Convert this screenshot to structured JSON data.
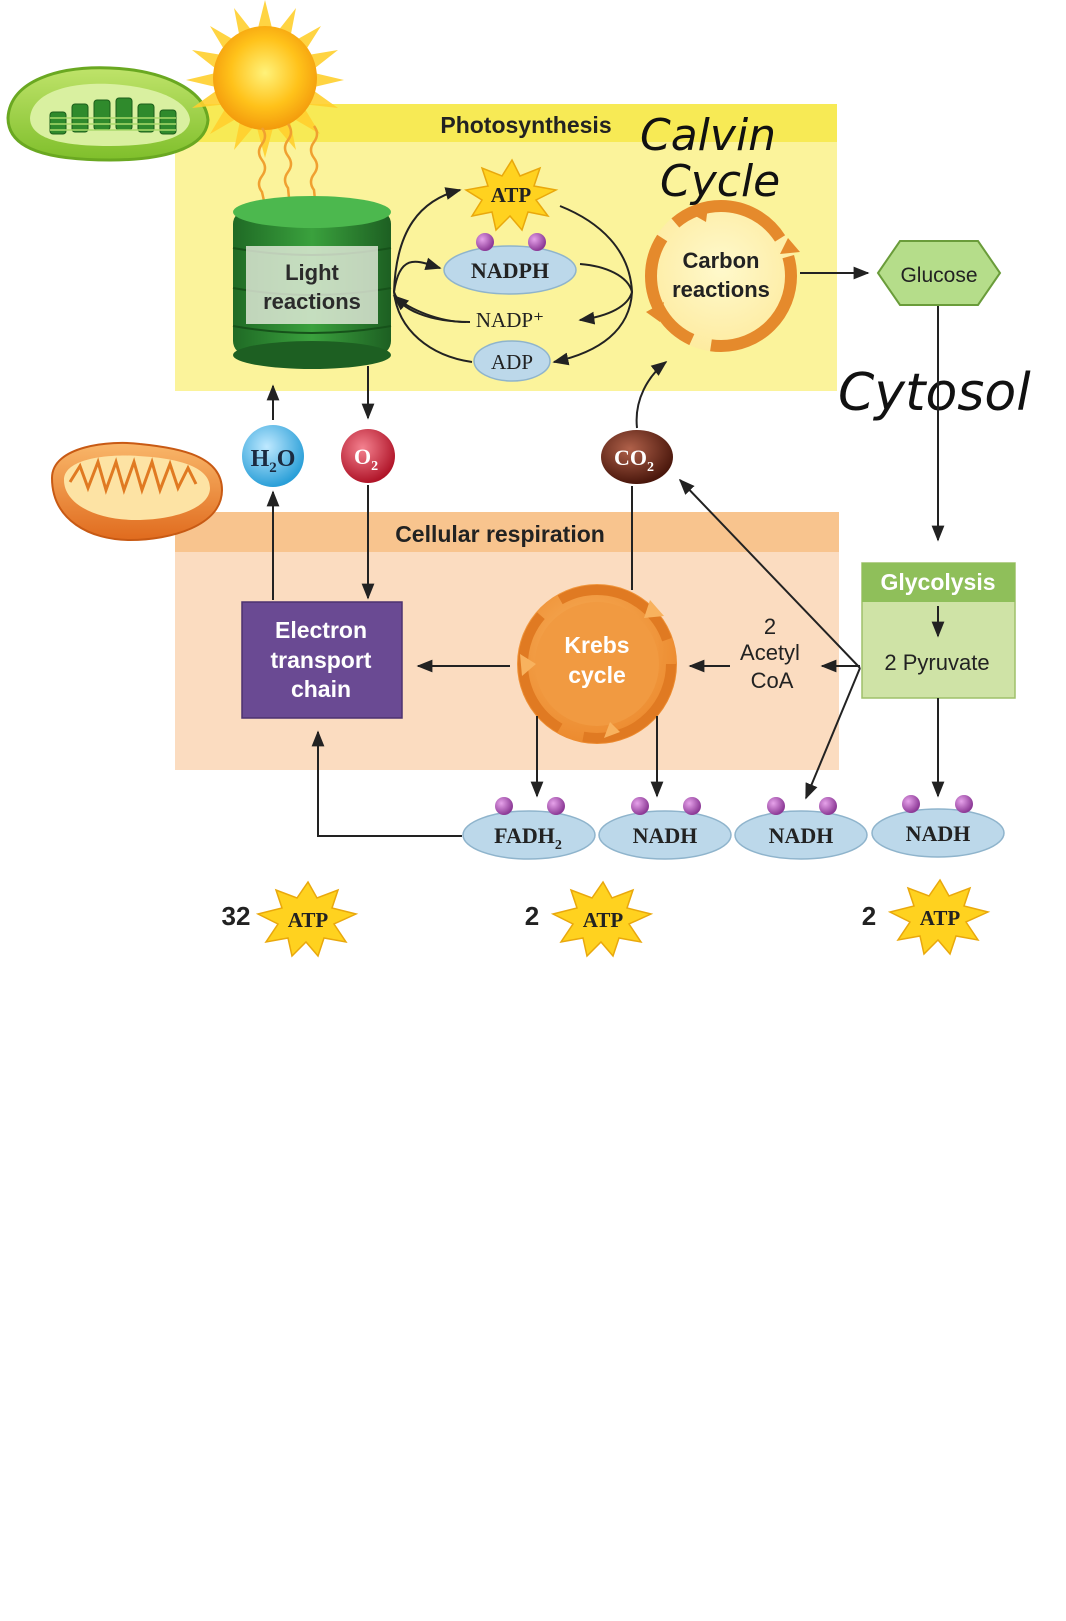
{
  "photosynthesis": {
    "title": "Photosynthesis",
    "light_reactions": [
      "Light",
      "reactions"
    ],
    "carbon_reactions": [
      "Carbon",
      "reactions"
    ],
    "atp": "ATP",
    "nadph": "NADPH",
    "nadp_plus": "NADP⁺",
    "adp": "ADP"
  },
  "annotations": {
    "calvin": [
      "Calvin",
      "Cycle"
    ],
    "cytosol": "Cytosol"
  },
  "glucose": "Glucose",
  "molecules": {
    "h2o": [
      "H",
      "2",
      "O"
    ],
    "o2": [
      "O",
      "2"
    ],
    "co2": [
      "CO",
      "2"
    ]
  },
  "respiration": {
    "title": "Cellular respiration",
    "etc": [
      "Electron",
      "transport",
      "chain"
    ],
    "krebs": [
      "Krebs",
      "cycle"
    ],
    "acetyl": [
      "2",
      "Acetyl",
      "CoA"
    ]
  },
  "glycolysis": {
    "title": "Glycolysis",
    "pyruvate": "2 Pyruvate"
  },
  "carriers": {
    "fadh2": [
      "FADH",
      "2"
    ],
    "nadh_1": "NADH",
    "nadh_2": "NADH",
    "nadh_3": "NADH"
  },
  "atp_yields": [
    {
      "count": "32",
      "label": "ATP"
    },
    {
      "count": "2",
      "label": "ATP"
    },
    {
      "count": "2",
      "label": "ATP"
    }
  ],
  "colors": {
    "photo_panel": "#fbf39b",
    "photo_header": "#f7ea55",
    "resp_panel": "#fbdcc0",
    "resp_header": "#f8c48e",
    "etc_box": "#6a4a93",
    "glycolysis_header": "#8fbf5a",
    "glycolysis_body": "#cfe3a6",
    "glucose": "#b5dd8a",
    "carrier": "#bcd8ea",
    "dot": "#a64fb0",
    "h2o": "#49b4e6",
    "o2": "#c7243a",
    "co2": "#6a2415",
    "krebs": "#f29a3c",
    "arrow_orange": "#e58a2c"
  }
}
